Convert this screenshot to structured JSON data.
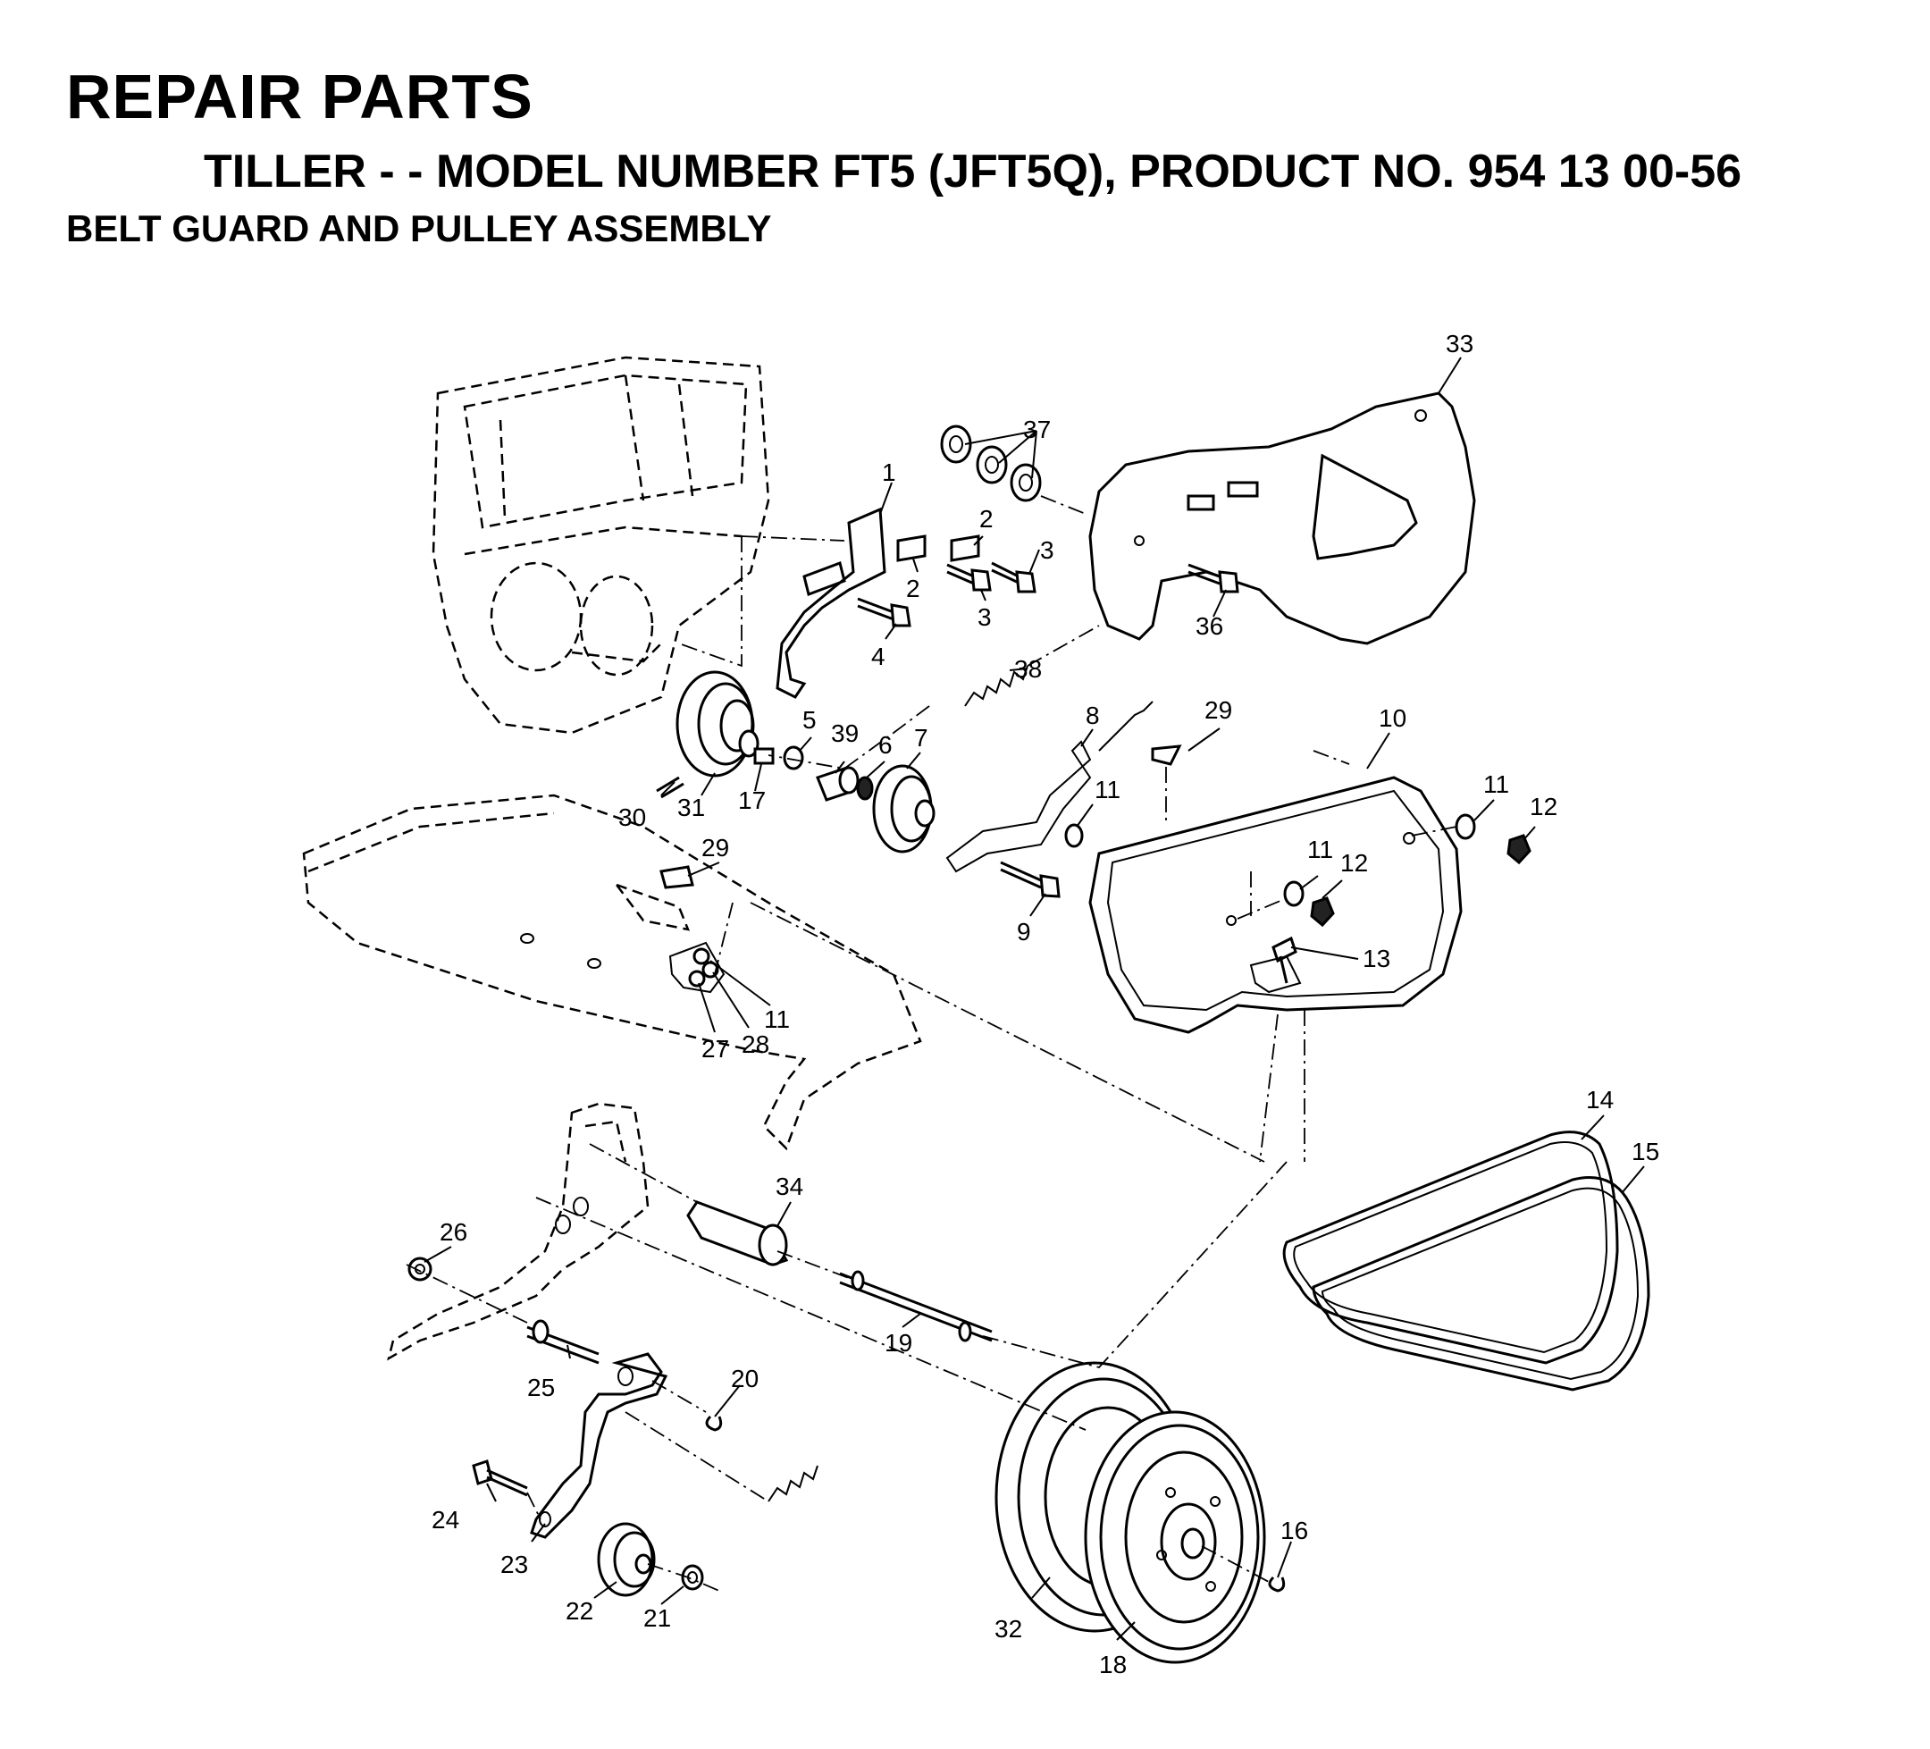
{
  "header": {
    "title": "REPAIR PARTS",
    "subtitle": "TILLER - - MODEL NUMBER FT5 (JFT5Q), PRODUCT NO. 954 13 00-56",
    "section": "BELT GUARD AND PULLEY ASSEMBLY"
  },
  "callouts": {
    "p1": "1",
    "p2a": "2",
    "p2b": "2",
    "p3a": "3",
    "p3b": "3",
    "p4": "4",
    "p5": "5",
    "p6": "6",
    "p7": "7",
    "p8": "8",
    "p9": "9",
    "p10": "10",
    "p11a": "11",
    "p11b": "11",
    "p11c": "11",
    "p11d": "11",
    "p12a": "12",
    "p12b": "12",
    "p13": "13",
    "p14": "14",
    "p15": "15",
    "p16": "16",
    "p17": "17",
    "p18": "18",
    "p19": "19",
    "p20": "20",
    "p21": "21",
    "p22": "22",
    "p23": "23",
    "p24": "24",
    "p25": "25",
    "p26": "26",
    "p27": "27",
    "p28": "28",
    "p29a": "29",
    "p29b": "29",
    "p30": "30",
    "p31": "31",
    "p32": "32",
    "p33": "33",
    "p34": "34",
    "p36": "36",
    "p37": "37",
    "p38": "38",
    "p39": "39"
  }
}
